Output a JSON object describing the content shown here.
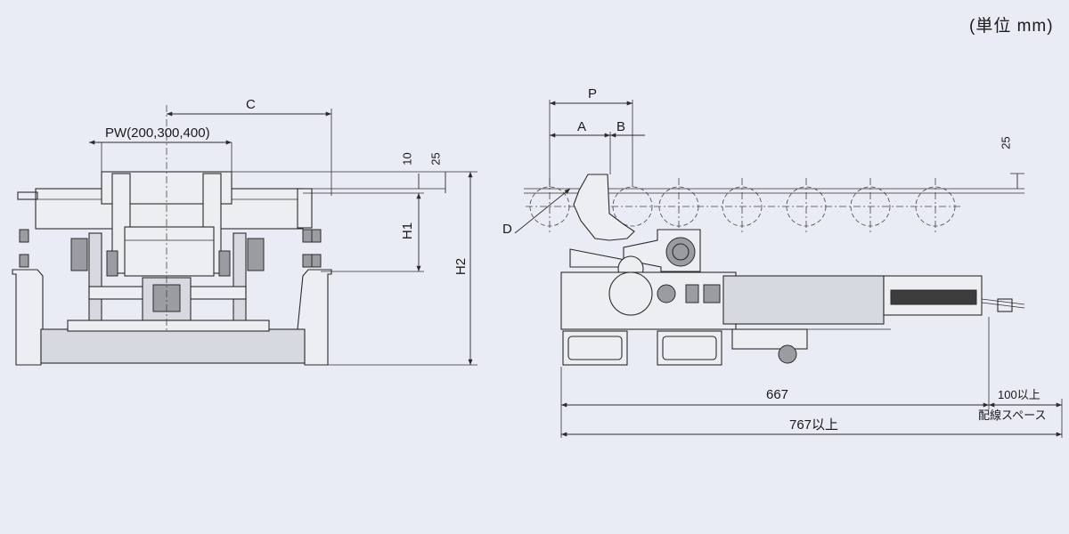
{
  "unit_note": "(単位 mm)",
  "front_view": {
    "c_label": "C",
    "pw_label": "PW(200,300,400)",
    "dim_10": "10",
    "dim_25": "25",
    "h1_label": "H1",
    "h2_label": "H2"
  },
  "side_view": {
    "p_label": "P",
    "a_label": "A",
    "b_label": "B",
    "dim_25": "25",
    "d_label": "D",
    "dim_667": "667",
    "dim_100": "100以上",
    "wiring_space": "配線スペース",
    "dim_767": "767以上"
  }
}
